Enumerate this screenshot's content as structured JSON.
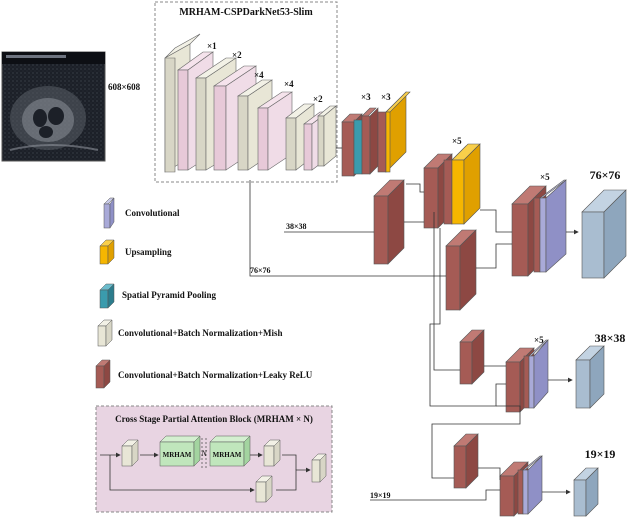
{
  "backbone": {
    "title": "MRHAM-CSPDarkNet53-Slim",
    "stage_multipliers": [
      "×1",
      "×2",
      "×4",
      "×4",
      "×2"
    ]
  },
  "input": {
    "size_label": "608×608",
    "image_name": "fetal-ultrasound-image"
  },
  "neck": {
    "spp_multipliers": [
      "×3",
      "×3"
    ],
    "path_multipliers": [
      "×5",
      "×5",
      "×5"
    ]
  },
  "route_labels": {
    "r38": "38×38",
    "r76": "76×76",
    "r19": "19×19"
  },
  "outputs": [
    "76×76",
    "38×38",
    "19×19"
  ],
  "legend": [
    {
      "label": "Convolutional",
      "color": "#a9aad8"
    },
    {
      "label": "Upsampling",
      "color": "#f6b600"
    },
    {
      "label": "Spatial Pyramid Pooling",
      "color": "#3a9bad"
    },
    {
      "label": "Convolutional+Batch Normalization+Mish",
      "color": "#e8e6d6"
    },
    {
      "label": "Convolutional+Batch Normalization+Leaky ReLU",
      "color": "#a55b55"
    }
  ],
  "csp_block": {
    "title": "Cross Stage Partial Attention Block (MRHAM × N)",
    "module_label": "MRHAM",
    "module_label_2": "MRHAM",
    "ellipsis": "N"
  }
}
